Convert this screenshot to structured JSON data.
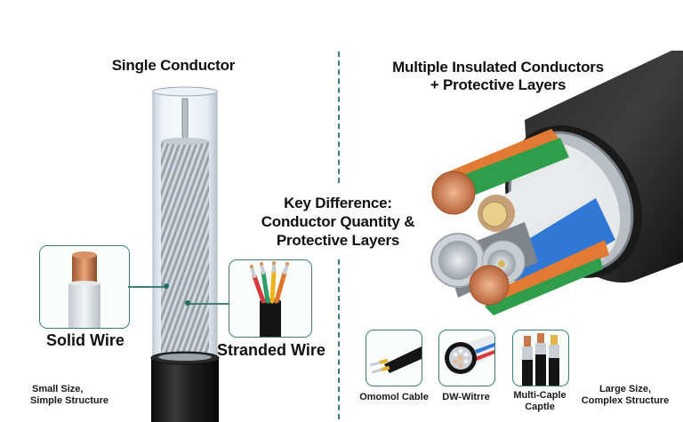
{
  "left_panel": {
    "title": "Single Conductor",
    "solid_wire_label": "Solid Wire",
    "stranded_wire_label": "Stranded Wire",
    "caption": [
      "Small Size,",
      "Simple Structure"
    ]
  },
  "center": {
    "key_difference": [
      "Key Difference:",
      "Conductor Quantity &",
      "Protective Layers"
    ]
  },
  "right_panel": {
    "title": [
      "Multiple Insulated Conductors",
      "+ Protective Layers"
    ],
    "examples": [
      {
        "label": [
          "Omomol Cable"
        ]
      },
      {
        "label": [
          "DW-Witrre"
        ]
      },
      {
        "label": [
          "Multi-Caple",
          "Captle"
        ]
      }
    ],
    "caption": [
      "Large Size,",
      "Complex Structure"
    ]
  },
  "colors": {
    "accent": "#3e7f78",
    "copper": "#c8794a",
    "jacket": "#1c1c1c",
    "green": "#2f9d4a",
    "blue": "#2f78d6",
    "orange": "#e0732a",
    "red": "#d73a3a",
    "yellow": "#f0b21c"
  }
}
